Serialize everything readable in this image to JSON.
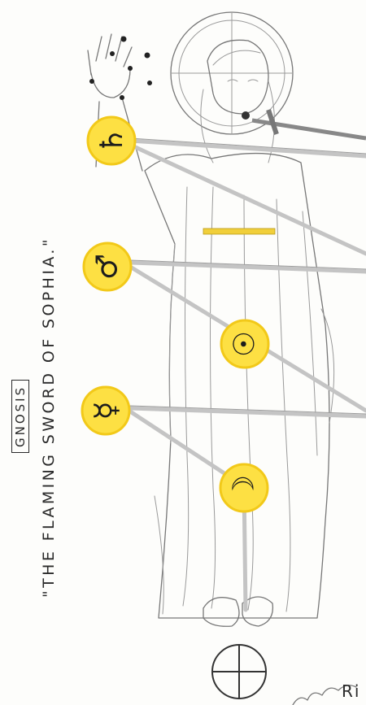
{
  "title": {
    "boxed_word": "GNOSIS",
    "main_text": "\"THE FLAMING SWORD OF SOPHIA.\"",
    "corner_text": "Ri"
  },
  "planets": [
    {
      "name": "saturn",
      "glyph": "♄"
    },
    {
      "name": "mars",
      "glyph": "♂"
    },
    {
      "name": "sun",
      "glyph": "☉"
    },
    {
      "name": "mercury",
      "glyph": "☿"
    },
    {
      "name": "moon",
      "glyph": "☽"
    }
  ],
  "earth_symbol": {
    "name": "earth",
    "glyph": "⊕"
  },
  "colors": {
    "planet_fill": "#fde043",
    "planet_glow": "#f7d21e",
    "ray": "#c7c7c7",
    "belt": "#f1cf3a",
    "ink": "#2a2a2a"
  }
}
